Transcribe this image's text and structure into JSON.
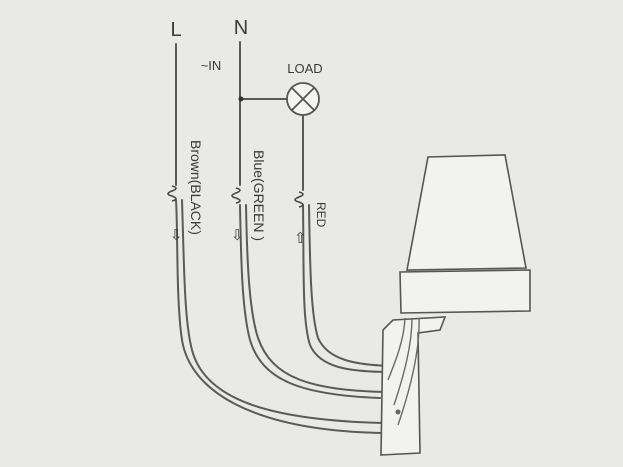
{
  "terminals": {
    "line": "L",
    "neutral": "N"
  },
  "input_label": "~IN",
  "load_label": "LOAD",
  "wires": {
    "brown": "Brown(BLACK)",
    "blue": "Blue(GREEN )",
    "red": "RED"
  },
  "arrow_glyphs": {
    "down": "⇩",
    "up": "⇧"
  },
  "colors": {
    "background": "#e9e9e7",
    "ink": "#4a4a4a"
  }
}
